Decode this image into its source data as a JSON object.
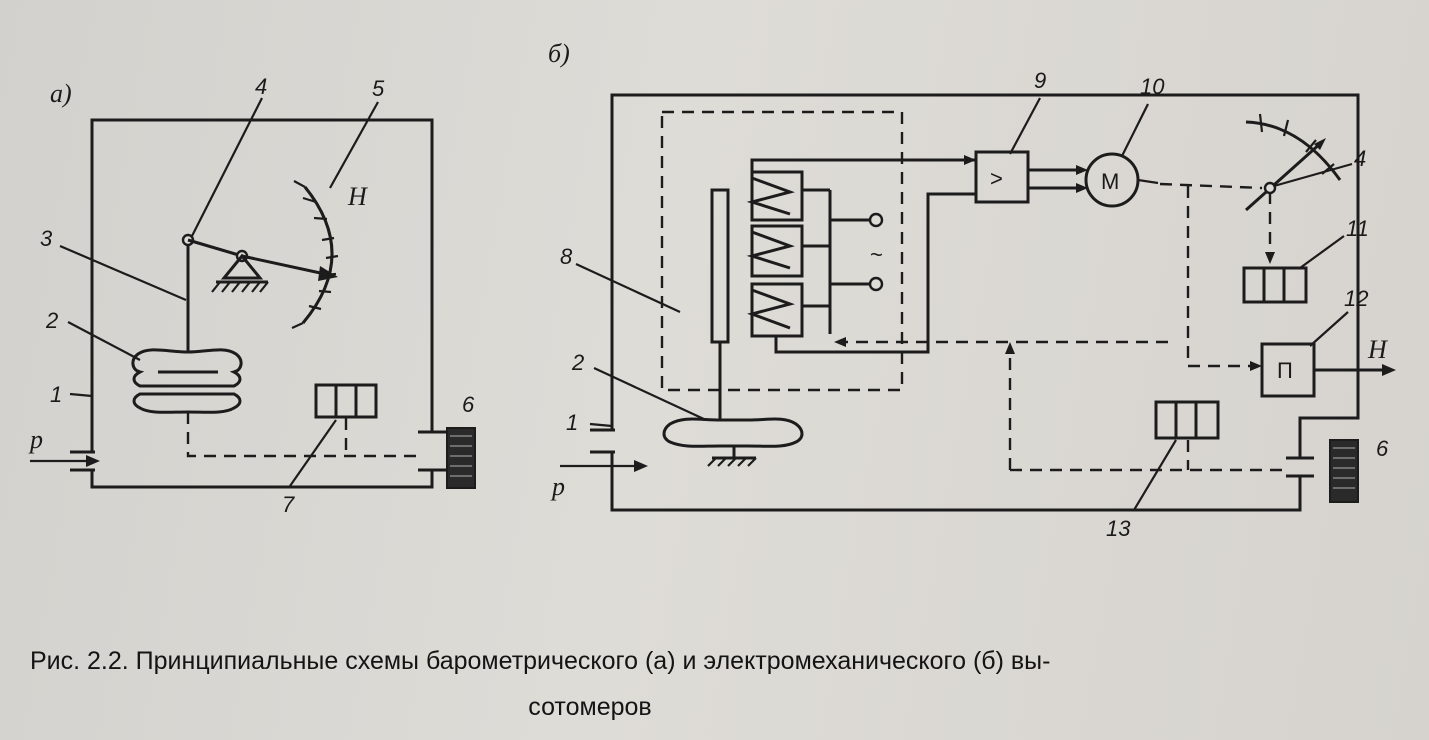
{
  "figure_a": {
    "panel_label": "а)",
    "pressure_label": "p",
    "scale_label": "H",
    "callouts": [
      "1",
      "2",
      "3",
      "4",
      "5",
      "6",
      "7"
    ]
  },
  "figure_b": {
    "panel_label": "б)",
    "pressure_label": "p",
    "output_label": "H",
    "amplifier_symbol": ">",
    "motor_label": "М",
    "converter_label": "П",
    "ac_symbol": "~",
    "callouts": [
      "1",
      "2",
      "4",
      "6",
      "8",
      "9",
      "10",
      "11",
      "12",
      "13"
    ]
  },
  "caption": {
    "line1": "Рис. 2.2. Принципиальные схемы барометрического (а) и электромеханического (б) вы-",
    "line2": "сотомеров"
  }
}
